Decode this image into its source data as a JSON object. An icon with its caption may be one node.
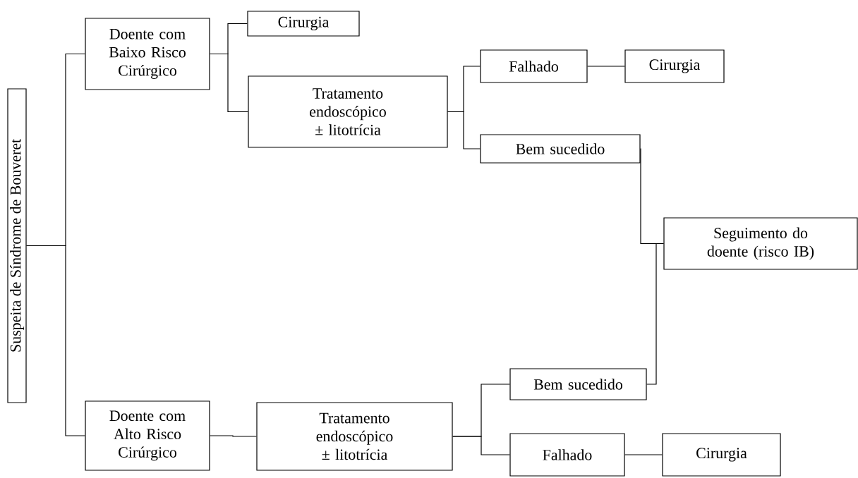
{
  "diagram": {
    "nodes": [
      {
        "text": [
          "Suspeita de Síndrome de Bouveret"
        ]
      },
      {
        "text": [
          "Doente com Baixo Risco Cirúrgico"
        ]
      },
      {
        "text": [
          "Cirurgia"
        ]
      },
      {
        "text": [
          "Tratamento endoscópico ± litotrícia"
        ]
      },
      {
        "text": [
          "Falhado"
        ]
      },
      {
        "text": [
          "Cirurgia"
        ]
      },
      {
        "text": [
          "Bem sucedido"
        ]
      },
      {
        "text": [
          "Seguimento do doente (risco IB)"
        ]
      },
      {
        "text": [
          "Doente com Alto Risco Cirúrgico"
        ]
      },
      {
        "text": [
          "Tratamento endoscópico ± litotrícia"
        ]
      },
      {
        "text": [
          "Bem sucedido"
        ]
      },
      {
        "text": [
          "Falhado"
        ]
      },
      {
        "text": [
          "Cirurgia"
        ]
      }
    ],
    "edges": [
      {
        "from": 0,
        "to": 1,
        "arrow": "none"
      },
      {
        "from": 0,
        "to": 8,
        "arrow": "none"
      },
      {
        "from": 1,
        "to": 2,
        "arrow": "none"
      },
      {
        "from": 1,
        "to": 3,
        "arrow": "none"
      },
      {
        "from": 3,
        "to": 4,
        "arrow": "none"
      },
      {
        "from": 3,
        "to": 6,
        "arrow": "none"
      },
      {
        "from": 4,
        "to": 5,
        "arrow": "none"
      },
      {
        "from": 6,
        "to": 7,
        "arrow": "none"
      },
      {
        "from": 8,
        "to": 9,
        "arrow": "none"
      },
      {
        "from": 9,
        "to": 10,
        "arrow": "none"
      },
      {
        "from": 9,
        "to": 11,
        "arrow": "none"
      },
      {
        "from": 11,
        "to": 12,
        "arrow": "none"
      },
      {
        "from": 10,
        "to": 7,
        "arrow": "none"
      }
    ]
  }
}
